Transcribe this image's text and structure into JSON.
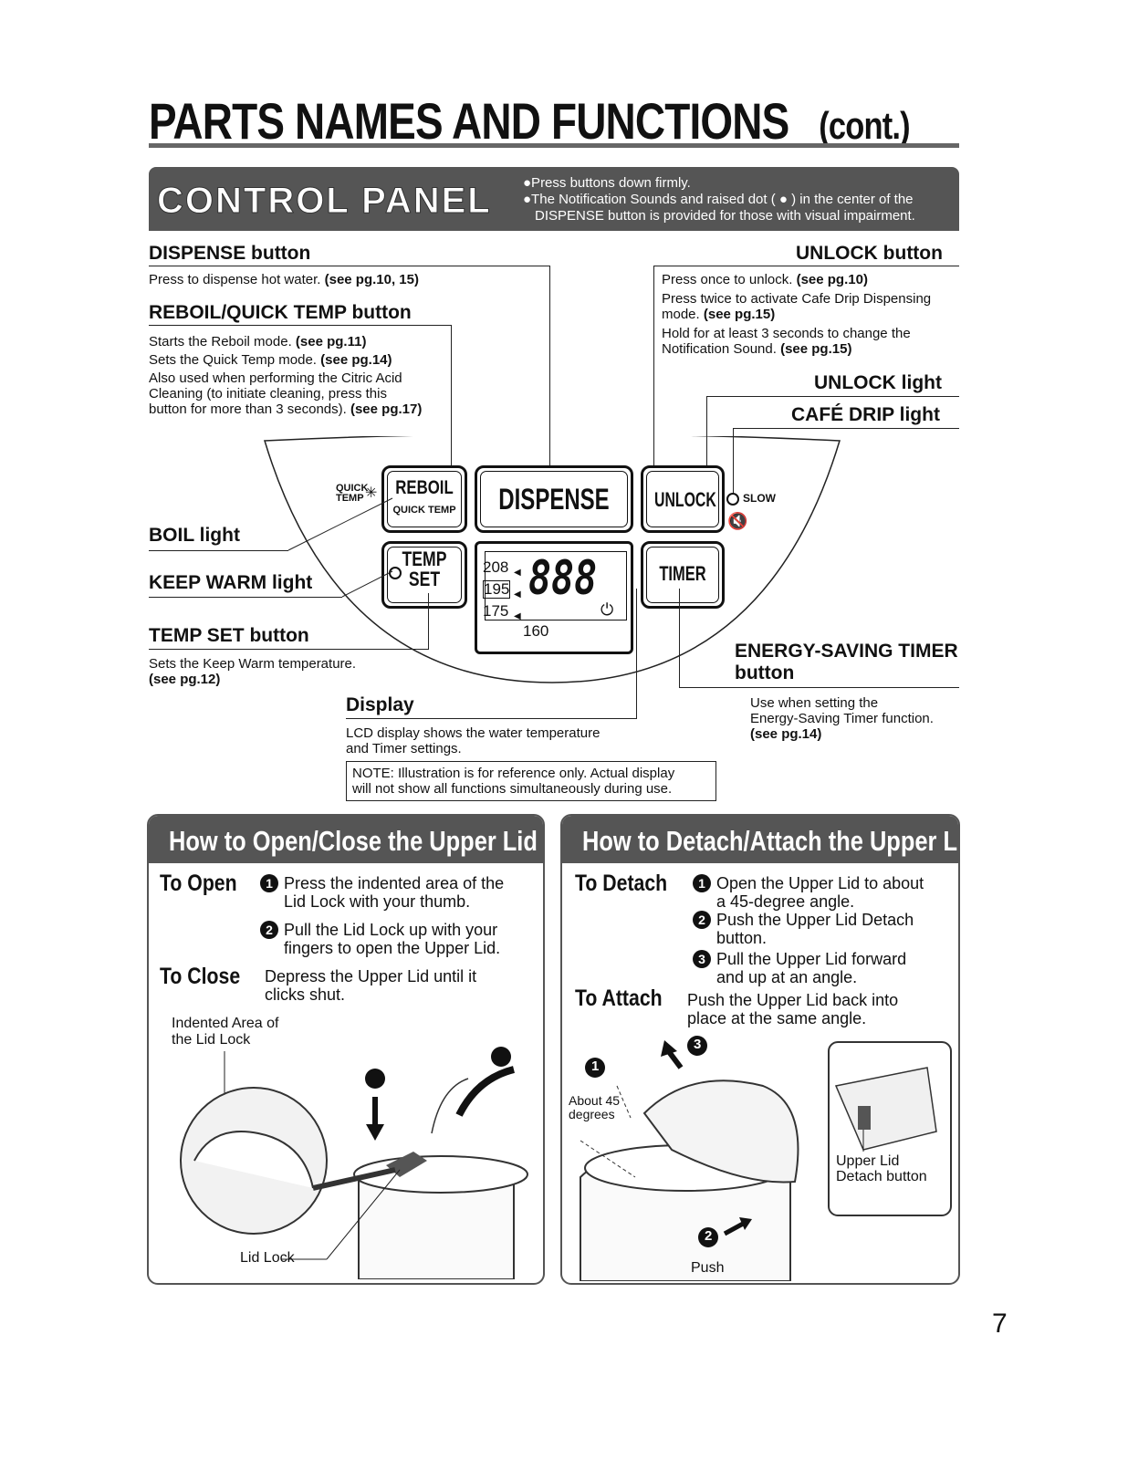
{
  "page": {
    "title": "PARTS NAMES AND FUNCTIONS",
    "title_suffix": "(cont.)",
    "page_number": "7"
  },
  "control_panel": {
    "heading": "CONTROL PANEL",
    "notes": [
      "●Press buttons down firmly.",
      "●The Notification Sounds and raised dot ( ● ) in the center of the",
      "DISPENSE button is provided for those with visual impairment."
    ]
  },
  "callouts": {
    "dispense": {
      "title": "DISPENSE button",
      "text": "Press to dispense hot water. ",
      "ref": "(see pg.10, 15)"
    },
    "reboil": {
      "title": "REBOIL/QUICK TEMP button",
      "line1": "Starts the Reboil mode. ",
      "ref1": "(see pg.11)",
      "line2": "Sets the Quick Temp mode. ",
      "ref2": "(see pg.14)",
      "line3": "Also used when performing the Citric Acid",
      "line4": "Cleaning (to initiate cleaning, press this",
      "line5": "button for more than 3 seconds). ",
      "ref5": "(see pg.17)"
    },
    "unlock": {
      "title": "UNLOCK button",
      "line1": "Press once to unlock. ",
      "ref1": "(see pg.10)",
      "line2": "Press twice to activate Cafe Drip Dispensing",
      "line3": "mode. ",
      "ref3": "(see pg.15)",
      "line4": "Hold for at least 3 seconds to change the",
      "line5": "Notification Sound. ",
      "ref5": "(see pg.15)"
    },
    "unlock_light": "UNLOCK light",
    "cafe_drip_light": "CAFÉ DRIP light",
    "boil_light": "BOIL light",
    "keep_warm_light": "KEEP WARM light",
    "temp_set": {
      "title": "TEMP SET button",
      "line1": "Sets the Keep Warm temperature.",
      "ref": "(see pg.12)"
    },
    "display": {
      "title": "Display",
      "line1": "LCD display shows the water temperature",
      "line2": "and Timer settings."
    },
    "note": {
      "line1": "NOTE: Illustration is for reference only. Actual display",
      "line2": "will not show all functions simultaneously during use."
    },
    "timer": {
      "title1": "ENERGY-SAVING TIMER",
      "title2": "button",
      "line1": "Use when setting the",
      "line2": "Energy-Saving Timer function.",
      "ref": "(see pg.14)"
    }
  },
  "panel": {
    "quick_temp_label1": "QUICK",
    "quick_temp_label2": "TEMP",
    "reboil_label": "REBOIL",
    "quick_temp_sub": "QUICK TEMP",
    "dispense_label": "DISPENSE",
    "unlock_label": "UNLOCK",
    "slow_label": "SLOW",
    "temp_set_label1": "TEMP",
    "temp_set_label2": "SET",
    "timer_label": "TIMER",
    "lcd_temps": [
      "208",
      "195",
      "175",
      "160"
    ],
    "lcd_digits": "888"
  },
  "open_close": {
    "heading": "How to Open/Close the Upper Lid",
    "to_open": "To Open",
    "step1a": "Press the indented area of the",
    "step1b": "Lid Lock with your thumb.",
    "step2a": "Pull the Lid Lock up with your",
    "step2b": "fingers to open the Upper Lid.",
    "to_close": "To Close",
    "close_a": "Depress the Upper Lid until it",
    "close_b": "clicks shut.",
    "indented_a": "Indented Area of",
    "indented_b": "the Lid Lock",
    "lid_lock": "Lid Lock",
    "n1": "1",
    "n2": "2"
  },
  "detach_attach": {
    "heading": "How to Detach/Attach the Upper Lid",
    "to_detach": "To Detach",
    "d1a": "Open the Upper Lid to about",
    "d1b": "a 45-degree angle.",
    "d2a": "Push the Upper Lid Detach",
    "d2b": "button.",
    "d3a": "Pull the Upper Lid forward",
    "d3b": "and up at an angle.",
    "to_attach": "To Attach",
    "a1": "Push the Upper Lid back into",
    "a2": "place at the same angle.",
    "about45a": "About 45",
    "about45b": "degrees",
    "detach_btn_a": "Upper Lid",
    "detach_btn_b": "Detach button",
    "push": "Push",
    "n1": "1",
    "n2": "2",
    "n3": "3"
  }
}
